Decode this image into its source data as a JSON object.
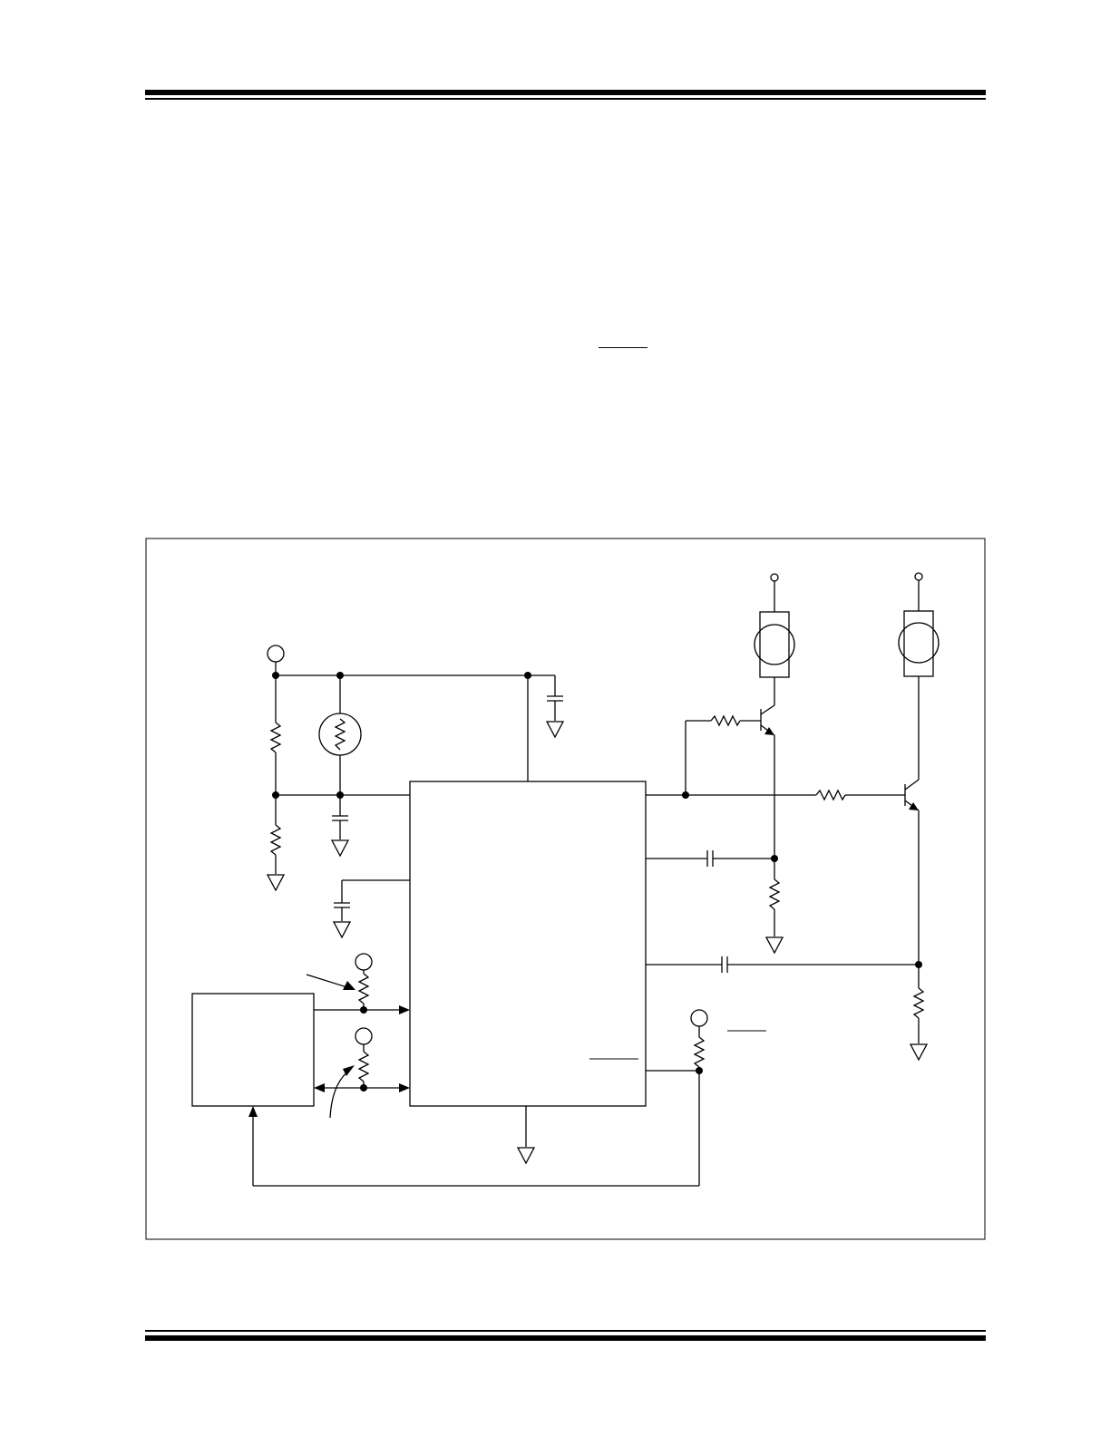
{
  "page": {
    "background": "#ffffff",
    "line_color": "#000000"
  },
  "diagram": {
    "kind": "schematic",
    "components": [
      "supply-terminal",
      "resistor",
      "thermistor",
      "capacitor",
      "ground",
      "ic-body",
      "external-block",
      "motor",
      "npn-transistor",
      "pull-up-resistor"
    ]
  }
}
